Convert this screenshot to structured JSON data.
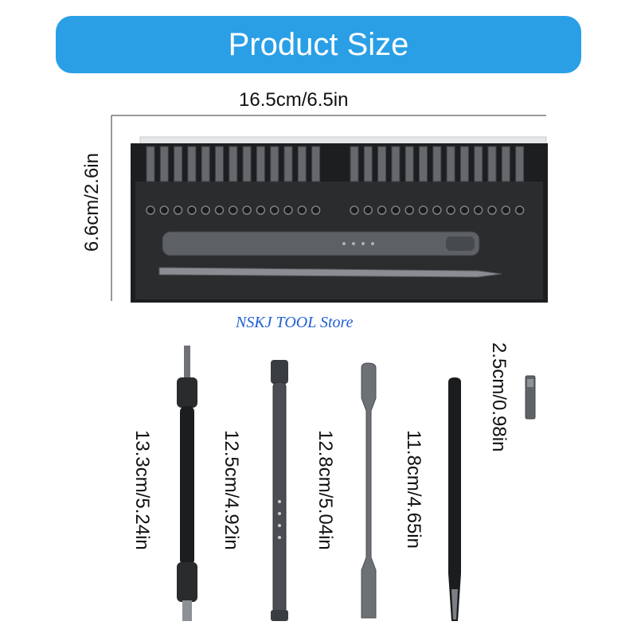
{
  "banner": {
    "title": "Product Size"
  },
  "dimensions": {
    "case_width": "16.5cm/6.5in",
    "case_height": "6.6cm/2.6in",
    "extension_rod": "13.3cm/5.24in",
    "handle": "12.5cm/4.92in",
    "spudger": "12.8cm/5.04in",
    "tweezers": "11.8cm/4.65in",
    "bit": "2.5cm/0.98in"
  },
  "store": {
    "name": "NSKJ TOOL Store"
  },
  "colors": {
    "banner": "#2a9fe6",
    "case_dark": "#2b2c2e",
    "tool_gray": "#5d6166",
    "store_text": "#1f5fd6"
  }
}
